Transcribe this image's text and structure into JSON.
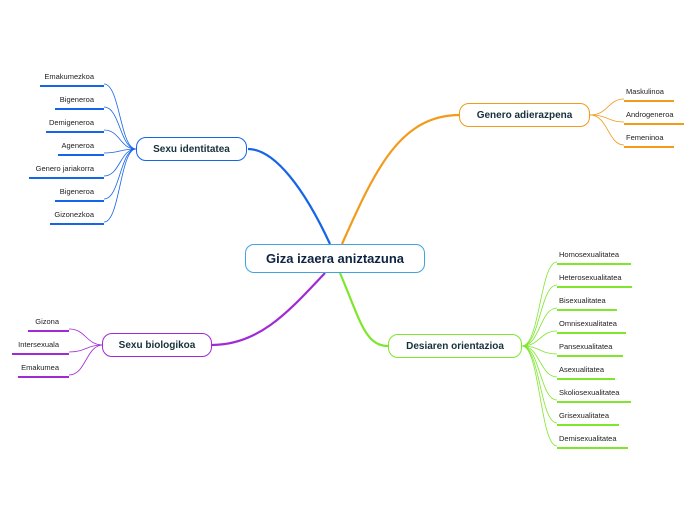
{
  "central": {
    "label": "Giza izaera aniztazuna"
  },
  "branches": {
    "sexu_identitatea": {
      "label": "Sexu identitatea",
      "color": "#1565e8",
      "items": [
        "Emakumezkoa",
        "Bigeneroa",
        "Demigeneroa",
        "Ageneroa",
        "Genero jariakorra",
        "Bigeneroa",
        "Gizonezkoa"
      ]
    },
    "genero_adierazpena": {
      "label": "Genero adierazpena",
      "color": "#f29a1a",
      "items": [
        "Maskulinoa",
        "Androgeneroa",
        "Femeninoa"
      ]
    },
    "desiaren_orientazioa": {
      "label": "Desiaren orientazioa",
      "color": "#7ee62c",
      "items": [
        "Homosexualitatea",
        "Heterosexualitatea",
        "Bisexualitatea",
        "Omnisexualitatea",
        "Pansexualitatea",
        "Asexualitatea",
        "Skoliosexualitatea",
        "Grisexualitatea",
        "Demisexualitatea"
      ]
    },
    "sexu_biologikoa": {
      "label": "Sexu biologikoa",
      "color": "#a02ad6",
      "items": [
        "Gizona",
        "Intersexuala",
        "Emakumea"
      ]
    }
  }
}
